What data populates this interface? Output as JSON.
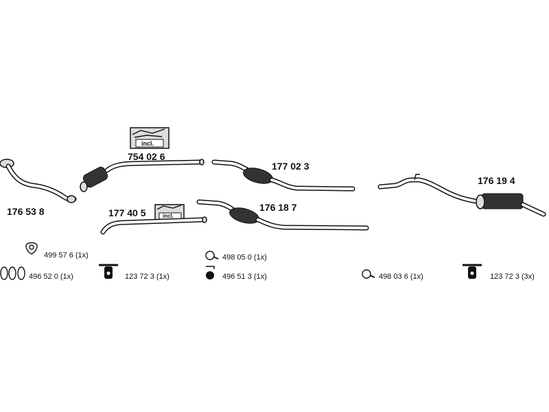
{
  "parts": {
    "p176538": "176 53 8",
    "p754026": "754 02 6",
    "p177023": "177 02 3",
    "p177405": "177 40 5",
    "p176187": "176 18 7",
    "p176194": "176 19 4",
    "incl": "incl."
  },
  "accessories": {
    "a1": "499 57 6 (1x)",
    "a2": "496 52 0 (1x)",
    "a3": "123 72 3 (1x)",
    "a4": "498 05 0 (1x)",
    "a5": "496 51 3 (1x)",
    "a6": "498 03 6 (1x)",
    "a7": "123 72 3 (3x)"
  }
}
